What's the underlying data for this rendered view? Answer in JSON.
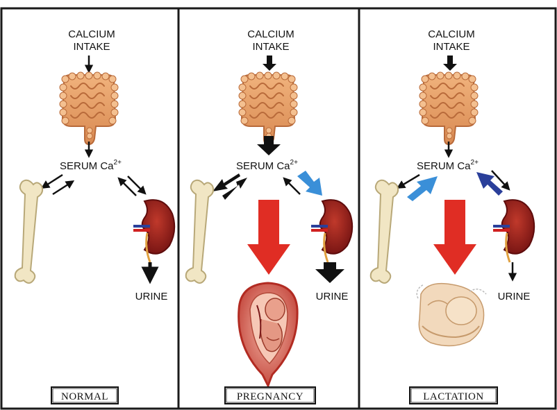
{
  "panels": [
    {
      "intake_line1": "CALCIUM",
      "intake_line2": "INTAKE",
      "serum": "SERUM Ca",
      "serum_sup": "2+",
      "urine": "URINE",
      "box_label": "NORMAL"
    },
    {
      "intake_line1": "CALCIUM",
      "intake_line2": "INTAKE",
      "serum": "SERUM Ca",
      "serum_sup": "2+",
      "urine": "URINE",
      "box_label": "PREGNANCY"
    },
    {
      "intake_line1": "CALCIUM",
      "intake_line2": "INTAKE",
      "serum": "SERUM Ca",
      "serum_sup": "2+",
      "urine": "URINE",
      "box_label": "LACTATION"
    }
  ],
  "colors": {
    "border": "#1a1a1a",
    "intestine": "#e8a06a",
    "intestine_dark": "#b86a3a",
    "bone": "#f1e6c4",
    "bone_edge": "#b8a878",
    "kidney": "#9a1c1c",
    "kidney_dark": "#5e0c0c",
    "red_arrow": "#e02d24",
    "light_blue_arrow": "#3a8fd8",
    "dark_blue_arrow": "#2a3f9a",
    "black_arrow": "#111111"
  },
  "icons": [
    "intestine-icon",
    "bone-icon",
    "kidney-icon",
    "fetus-in-uterus-icon",
    "breastfeeding-infant-icon"
  ]
}
